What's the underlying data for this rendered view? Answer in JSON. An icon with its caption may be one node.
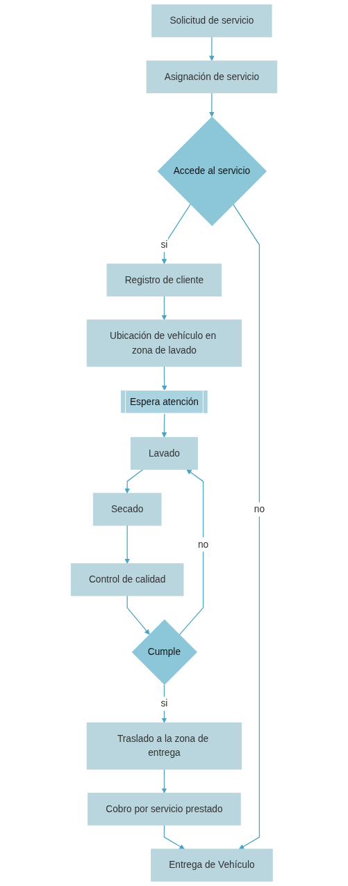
{
  "diagram": {
    "nodes": [
      {
        "text": [
          "Solicitud de servicio"
        ]
      },
      {
        "text": [
          "Asignación de servicio"
        ]
      },
      {
        "text": [
          "Accede al servicio"
        ]
      },
      {
        "text": [
          "Registro de cliente"
        ]
      },
      {
        "text": [
          "Ubicación de vehículo en zona de lavado"
        ]
      },
      {
        "text": [
          "Espera atención"
        ]
      },
      {
        "text": [
          "Lavado"
        ]
      },
      {
        "text": [
          "Secado"
        ]
      },
      {
        "text": [
          "Control de calidad"
        ]
      },
      {
        "text": [
          "Cumple"
        ]
      },
      {
        "text": [
          "Traslado a la zona de entrega"
        ]
      },
      {
        "text": [
          "Cobro por servicio prestado"
        ]
      },
      {
        "text": [
          "Entrega de Vehículo"
        ]
      }
    ],
    "edges": [
      {
        "from": 0,
        "to": 1,
        "arrow": "to"
      },
      {
        "from": 1,
        "to": 2,
        "arrow": "to"
      },
      {
        "from": 2,
        "to": 3,
        "arrow": "to",
        "label": "si"
      },
      {
        "from": 3,
        "to": 4,
        "arrow": "to"
      },
      {
        "from": 4,
        "to": 5,
        "arrow": "to"
      },
      {
        "from": 5,
        "to": 6,
        "arrow": "to"
      },
      {
        "from": 6,
        "to": 7,
        "arrow": "to"
      },
      {
        "from": 7,
        "to": 8,
        "arrow": "to"
      },
      {
        "from": 8,
        "to": 9,
        "arrow": "to"
      },
      {
        "from": 9,
        "to": 10,
        "arrow": "to",
        "label": "si"
      },
      {
        "from": 9,
        "to": 6,
        "arrow": "to",
        "label": "no"
      },
      {
        "from": 10,
        "to": 11,
        "arrow": "to"
      },
      {
        "from": 11,
        "to": 12,
        "arrow": "to"
      },
      {
        "from": 2,
        "to": 12,
        "arrow": "to",
        "label": "no"
      }
    ]
  }
}
